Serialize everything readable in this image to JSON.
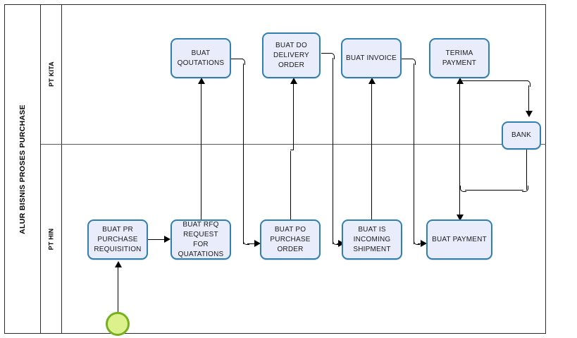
{
  "diagram": {
    "title": "ALUR BISNIS PROSES PURCHASE",
    "type": "swimlane-flowchart",
    "colors": {
      "task_fill": "#e9edfb",
      "task_border": "#2f7fb2",
      "start_fill": "#dcf08c",
      "start_border": "#76b020",
      "frame_border": "#2b2b2b",
      "connector": "#000000"
    },
    "lanes": [
      {
        "id": "lane-pt-kita",
        "label": "PT KITA"
      },
      {
        "id": "lane-pt-hin",
        "label": "PT HIN"
      }
    ],
    "nodes": [
      {
        "id": "start",
        "type": "start-event",
        "lane": "lane-pt-hin",
        "label": ""
      },
      {
        "id": "buat-pr",
        "type": "task",
        "lane": "lane-pt-hin",
        "label": "BUAT PR PURCHASE REQUISITION"
      },
      {
        "id": "buat-rfq",
        "type": "task",
        "lane": "lane-pt-hin",
        "label": "BUAT RFQ REQUEST FOR QUATATIONS"
      },
      {
        "id": "buat-qoutations",
        "type": "task",
        "lane": "lane-pt-kita",
        "label": "BUAT QOUTATIONS"
      },
      {
        "id": "buat-po",
        "type": "task",
        "lane": "lane-pt-hin",
        "label": "BUAT PO PURCHASE ORDER"
      },
      {
        "id": "buat-do",
        "type": "task",
        "lane": "lane-pt-kita",
        "label": "BUAT DO DELIVERY ORDER"
      },
      {
        "id": "buat-is",
        "type": "task",
        "lane": "lane-pt-hin",
        "label": "BUAT IS INCOMING SHIPMENT"
      },
      {
        "id": "buat-invoice",
        "type": "task",
        "lane": "lane-pt-kita",
        "label": "BUAT INVOICE"
      },
      {
        "id": "buat-payment",
        "type": "task",
        "lane": "lane-pt-hin",
        "label": "BUAT PAYMENT"
      },
      {
        "id": "terima-payment",
        "type": "task",
        "lane": "lane-pt-kita",
        "label": "TERIMA PAYMENT"
      },
      {
        "id": "bank",
        "type": "task",
        "lane": "lane-boundary",
        "label": "BANK"
      }
    ],
    "node_labels": {
      "start": "",
      "buat_pr": "BUAT PR PURCHASE REQUISITION",
      "buat_rfq": "BUAT RFQ REQUEST FOR QUATATIONS",
      "buat_qoutations": "BUAT QOUTATIONS",
      "buat_po": "BUAT PO PURCHASE ORDER",
      "buat_do": "BUAT DO DELIVERY ORDER",
      "buat_is": "BUAT IS INCOMING SHIPMENT",
      "buat_invoice": "BUAT INVOICE",
      "buat_payment": "BUAT PAYMENT",
      "terima_payment": "TERIMA PAYMENT",
      "bank": "BANK"
    },
    "edges": [
      {
        "from": "start",
        "to": "buat-pr"
      },
      {
        "from": "buat-pr",
        "to": "buat-rfq"
      },
      {
        "from": "buat-rfq",
        "to": "buat-qoutations"
      },
      {
        "from": "buat-qoutations",
        "to": "buat-po"
      },
      {
        "from": "buat-po",
        "to": "buat-do"
      },
      {
        "from": "buat-do",
        "to": "buat-is"
      },
      {
        "from": "buat-is",
        "to": "buat-invoice"
      },
      {
        "from": "buat-invoice",
        "to": "buat-payment"
      },
      {
        "from": "buat-payment",
        "to": "terima-payment"
      },
      {
        "from": "terima-payment",
        "to": "bank"
      },
      {
        "from": "bank",
        "to": "buat-payment"
      }
    ]
  }
}
